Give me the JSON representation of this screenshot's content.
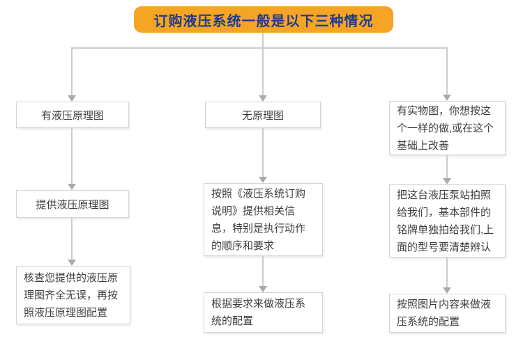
{
  "colors": {
    "header_bg": "#F6A424",
    "header_text": "#1D3C90",
    "box_border": "#D4D4D4",
    "box_text": "#3D3D3D",
    "connector_line": "#CCCCCC",
    "arrow": "#AAAAAA"
  },
  "header": {
    "title": "订购液压系统一般是以下三种情况"
  },
  "flowchart": {
    "columns": [
      {
        "name": "has-hydraulic-schematic",
        "steps": [
          "有液压原理图",
          "提供液压原理图",
          "核查您提供的液压原理图齐全无误，再按照液压原理图配置"
        ]
      },
      {
        "name": "no-schematic",
        "steps": [
          "无原理图",
          "按照《液压系统订购说明》提供相关信息，特别是执行动作的顺序和要求",
          "根据要求来做液压系统的配置"
        ]
      },
      {
        "name": "has-physical-photo",
        "steps": [
          "有实物图，你想按这个一样的做,或在这个基础上改善",
          "把这台液压泵站拍照给我们，基本部件的铭牌单独拍给我们,上面的型号要清楚辨认",
          "按照图片内容来做液压系统的配置"
        ]
      }
    ]
  }
}
